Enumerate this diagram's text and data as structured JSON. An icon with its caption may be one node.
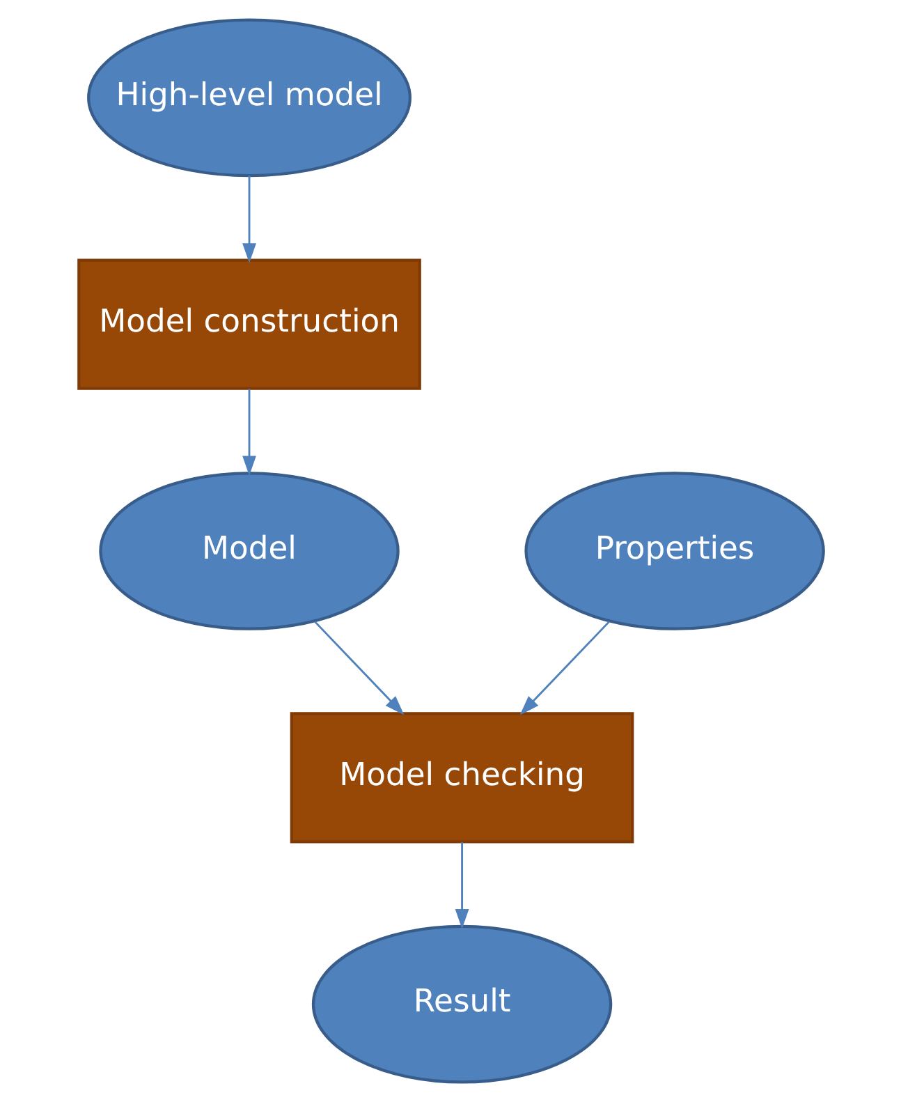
{
  "diagram": {
    "nodes": [
      {
        "text": [
          "High-level model"
        ]
      },
      {
        "text": [
          "Model construction"
        ]
      },
      {
        "text": [
          "Properties"
        ]
      },
      {
        "text": [
          "Model"
        ]
      },
      {
        "text": [
          "Model checking"
        ]
      },
      {
        "text": [
          "Result"
        ]
      }
    ],
    "edges": [
      {
        "from": 0,
        "to": 1,
        "arrow": "to"
      },
      {
        "from": 1,
        "to": 3,
        "arrow": "to"
      },
      {
        "from": 2,
        "to": 4,
        "arrow": "to"
      },
      {
        "from": 3,
        "to": 4,
        "arrow": "to"
      },
      {
        "from": 4,
        "to": 5,
        "arrow": "to"
      }
    ]
  }
}
